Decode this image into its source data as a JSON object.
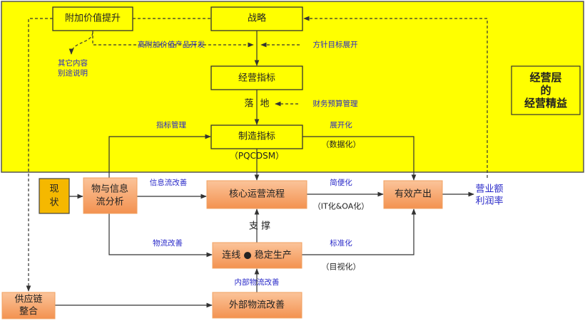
{
  "colors": {
    "band": "#ffff00",
    "status_box": "#f5b800",
    "process_box": "#f7a468",
    "label_text": "#2828c8"
  },
  "nodes": {
    "added_value": "附加价值提升",
    "strategy": "战略",
    "mgmt_index": "经营指标",
    "mfg_index": "制造指标",
    "pqcdsm": "（PQCDSM）",
    "current_state": [
      "现",
      "状"
    ],
    "flow_analysis": [
      "物与信息",
      "流分析"
    ],
    "core_process": "核心运营流程",
    "effective_output": "有效产出",
    "revenue": [
      "营业额",
      "利润率"
    ],
    "line_production": "连线 ● 稳定生产",
    "external_logistics": "外部物流改善",
    "supply_chain": [
      "供应链",
      "整合"
    ],
    "management_lean": [
      "经营层",
      "的",
      "经营精益"
    ]
  },
  "labels": {
    "high_value_dev": "高附加价值产品开发",
    "policy_deploy": "方针目标展开",
    "other_content": [
      "其它内容",
      "别途说明"
    ],
    "landing": [
      "落",
      "地"
    ],
    "finance_budget": "财务预算管理",
    "index_mgmt": "指标管理",
    "deploy": "展开化",
    "data": "（数据化）",
    "info_flow": "信息流改善",
    "simplify": "简便化",
    "it_oa": "（IT化&OA化）",
    "support": "支 撑",
    "logistics": "物流改善",
    "standardize": "标准化",
    "visual": "（目视化）",
    "internal_logistics": "内部物流改善"
  }
}
